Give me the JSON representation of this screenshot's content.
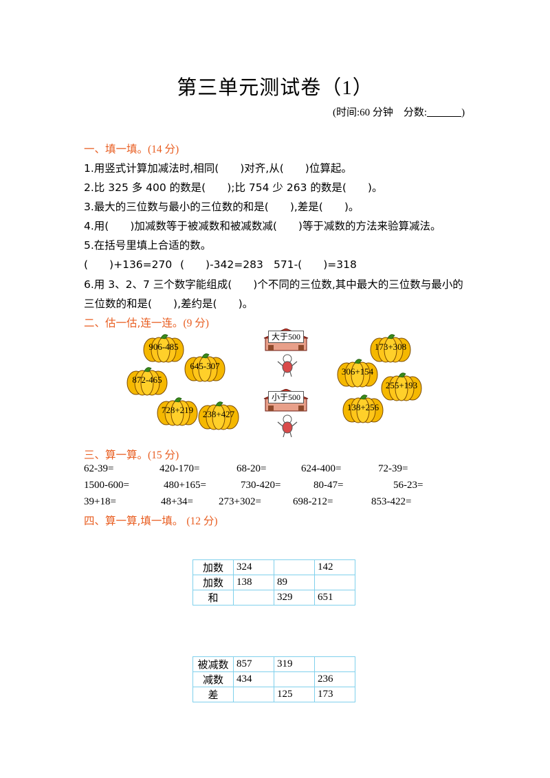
{
  "title": "第三单元测试卷（1）",
  "meta": {
    "time": "(时间:60 分钟",
    "score_label": "分数:",
    "score_end": ")"
  },
  "s1": {
    "heading": "一、填一填。",
    "points": "(14 分)",
    "q1": "1.用竖式计算加减法时,相同(　　)对齐,从(　　)位算起。",
    "q2": "2.比 325 多 400 的数是(　　);比 754 少 263 的数是(　　)。",
    "q3": "3.最大的三位数与最小的三位数的和是(　　),差是(　　)。",
    "q4": "4.用(　　)加减数等于被减数和被减数减(　　)等于减数的方法来验算减法。",
    "q5": "5.在括号里填上合适的数。",
    "q5a": "(　　)+136=270",
    "q5b": "(　　)-342=283",
    "q5c": "571-(　　)=318",
    "q6_line1": "6.用 3、2、7 三个数字能组成(　　)个不同的三位数,其中最大的三位数与最小的",
    "q6_line2": "三位数的和是(　　),差约是(　　)。"
  },
  "s2": {
    "heading": "二、估一估,连一连。",
    "points": "(9 分)",
    "pumpkins_left": [
      "906-485",
      "645-307",
      "872-465",
      "728+219",
      "238+427"
    ],
    "pumpkins_right": [
      "173+308",
      "306+154",
      "255+193",
      "138+256"
    ],
    "house_top": "大于500",
    "house_bottom": "小于500"
  },
  "s3": {
    "heading": "三、算一算。",
    "points": "(15 分)",
    "row1": [
      "62-39=",
      "420-170=",
      "68-20=",
      "624-400=",
      "72-39="
    ],
    "row2": [
      "1500-600=",
      "480+165=",
      "730-420=",
      "80-47=",
      "56-23="
    ],
    "row3": [
      "39+18=",
      "48+34=",
      "273+302=",
      "698-212=",
      "853-422="
    ]
  },
  "s4": {
    "heading": "四、算一算,填一填。",
    "points": "(12 分)",
    "table1": [
      [
        "加数",
        "324",
        "",
        "142"
      ],
      [
        "加数",
        "138",
        "89",
        ""
      ],
      [
        "和",
        "",
        "329",
        "651"
      ]
    ],
    "table2": [
      [
        "被减数",
        "857",
        "319",
        ""
      ],
      [
        "减数",
        "434",
        "",
        "236"
      ],
      [
        "差",
        "",
        "125",
        "173"
      ]
    ]
  }
}
